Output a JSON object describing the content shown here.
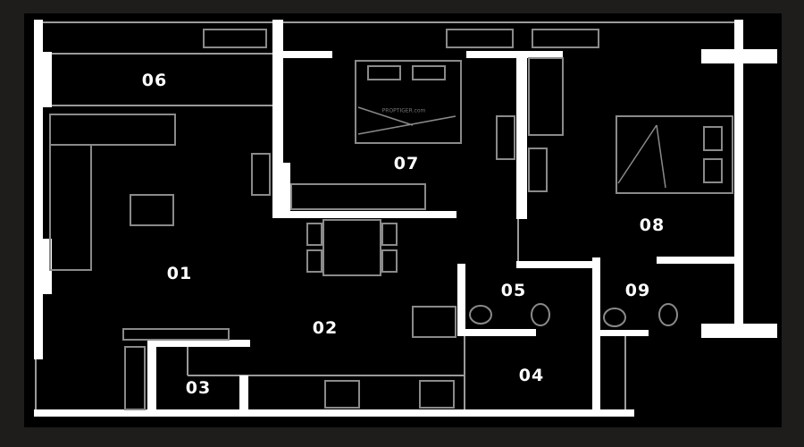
{
  "title": "Floor plan",
  "watermark": "PROPTIGER.com",
  "rooms": [
    {
      "id": "01",
      "label": "01"
    },
    {
      "id": "02",
      "label": "02"
    },
    {
      "id": "03",
      "label": "03"
    },
    {
      "id": "04",
      "label": "04"
    },
    {
      "id": "05",
      "label": "05"
    },
    {
      "id": "06",
      "label": "06"
    },
    {
      "id": "07",
      "label": "07"
    },
    {
      "id": "08",
      "label": "08"
    },
    {
      "id": "09",
      "label": "09"
    }
  ],
  "colors": {
    "frame": "#1f1d1b",
    "floor": "#000000",
    "wall": "#ffffff",
    "furniture": "#8a8a8a"
  }
}
